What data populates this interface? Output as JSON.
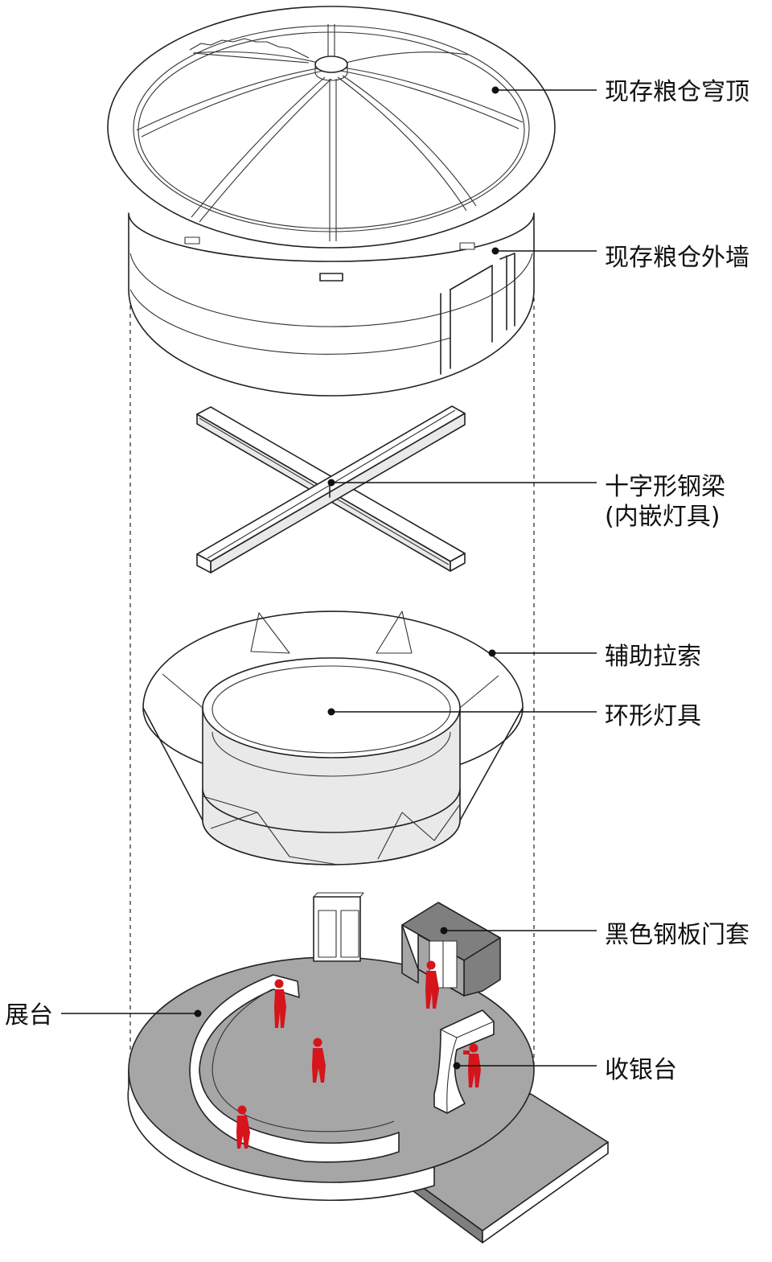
{
  "labels": {
    "dome": "现存粮仓穹顶",
    "outer_wall": "现存粮仓外墙",
    "cross_beam_line1": "十字形钢梁",
    "cross_beam_line2": "(内嵌灯具)",
    "cables": "辅助拉索",
    "ring_light": "环形灯具",
    "door_frame": "黑色钢板门套",
    "display_stand": "展台",
    "cashier": "收银台"
  },
  "colors": {
    "line": "#222222",
    "floor": "#a6a6a6",
    "door_frame": "#7f7f7f",
    "figure": "#d5141b",
    "surface": "#ffffff"
  }
}
